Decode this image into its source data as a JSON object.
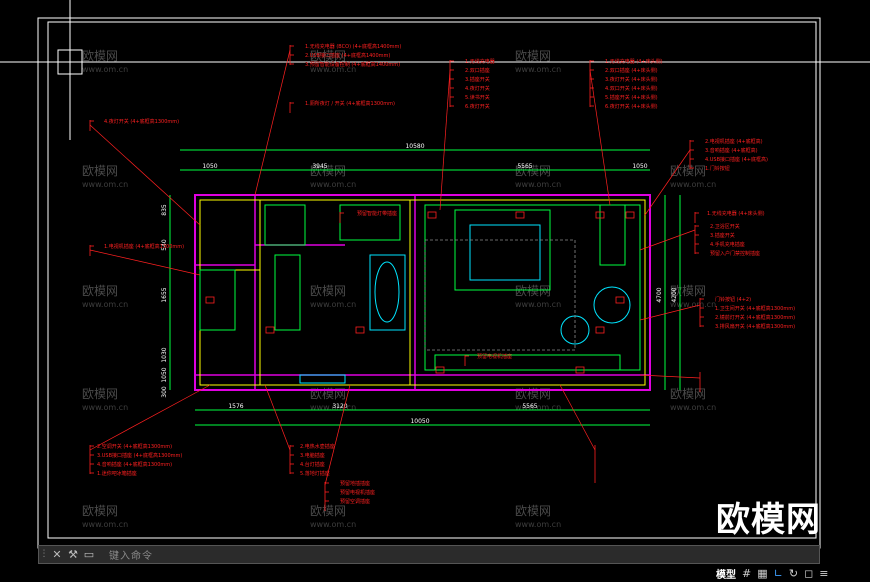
{
  "drawing": {
    "dimensions_top": [
      "1050",
      "3945",
      "10580",
      "5565",
      "1050"
    ],
    "dimensions_bottom": [
      "1576",
      "3120",
      "5565",
      "10050"
    ],
    "dimensions_left": [
      "835",
      "540",
      "1655",
      "1030",
      "1050",
      "300"
    ],
    "dimensions_right": [
      "4700",
      "4200"
    ],
    "callouts": [
      "1.无线充电器 (BCO) (4+底框高1400mm)",
      "2.USB接口插座 (4+底框高1400mm)",
      "3.预留智能设备控制 (4+底框高1400mm)",
      "1.厕所夜灯 / 开关 (4+底框高1300mm)",
      "1.无线充电器",
      "2.双口插座",
      "3.插座开关",
      "4.夜灯开关",
      "5.读书开关",
      "6.夜灯开关",
      "1.无线充电器 (4+床头侧)",
      "2.双口插座 (4+床头侧)",
      "3.夜灯开关 (4+床头侧)",
      "4.双口开关 (4+床头侧)",
      "5.插座开关 (4+床头侧)",
      "6.夜灯开关 (4+床头侧)",
      "预留智能灯带插座",
      "预留电视机插座",
      "1.无线充电器 (4+床头侧)",
      "2.电视机插座 (4+底框高)",
      "3.音响插座 (4+底框高)",
      "4.USB接口插座 (4+底框高)",
      "1.门铃按钮",
      "2.卫浴区开关",
      "3.插座开关",
      "4.手机充电插座",
      "预留入户门禁控制插座",
      "门铃按钮 (4+2)",
      "1.卫生间开关 (4+底框高1300mm)",
      "2.镜前灯开关 (4+底框高1300mm)",
      "3.排风扇开关 (4+底框高1300mm)",
      "4.夜灯开关 (4+底框高1300mm)",
      "1.电视机插座 (4+底框高1300mm)",
      "2.空调开关 (4+底框高1300mm)",
      "3.USB接口插座 (4+底框高1300mm)",
      "4.音响插座 (4+底框高1300mm)",
      "1.迷你吧冰箱插座",
      "2.电热水壶插座",
      "3.电脑插座",
      "4.台灯插座",
      "5.落地灯插座",
      "预留地插插座",
      "预留电视机插座",
      "预留空调插座"
    ]
  },
  "watermark": {
    "small": "欧模网",
    "url": "www.om.cn",
    "large": "欧模网"
  },
  "command_line": {
    "prompt": "键入命令"
  },
  "status_bar": {
    "model_tab": "模型"
  },
  "colors": {
    "background": "#000000",
    "red": "#ff2020",
    "magenta": "#e000e0",
    "green": "#00ff40",
    "cyan": "#00e5ff",
    "yellow": "#ffff00",
    "white": "#ffffff",
    "gray": "#8c8c8c"
  }
}
